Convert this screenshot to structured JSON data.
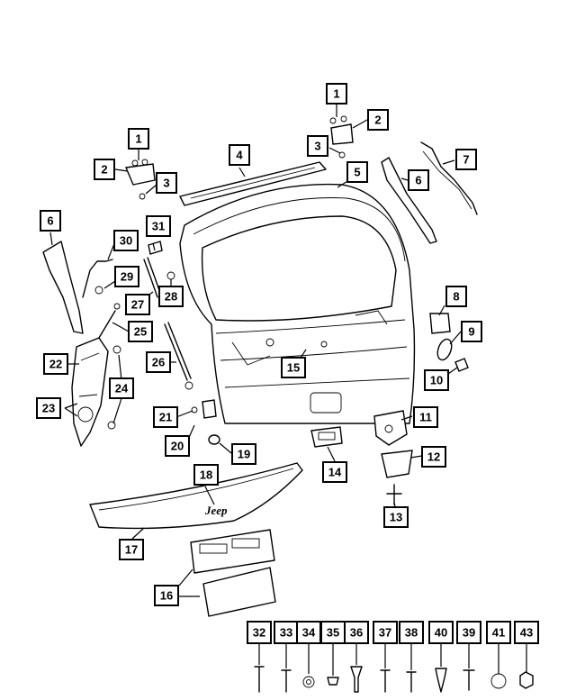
{
  "diagram": {
    "brand_text": "Jeep",
    "callouts": [
      {
        "id": "c1a",
        "label": "1"
      },
      {
        "id": "c2a",
        "label": "2"
      },
      {
        "id": "c3a",
        "label": "3"
      },
      {
        "id": "c1b",
        "label": "1"
      },
      {
        "id": "c2b",
        "label": "2"
      },
      {
        "id": "c3b",
        "label": "3"
      },
      {
        "id": "c4",
        "label": "4"
      },
      {
        "id": "c5",
        "label": "5"
      },
      {
        "id": "c6a",
        "label": "6"
      },
      {
        "id": "c6b",
        "label": "6"
      },
      {
        "id": "c7",
        "label": "7"
      },
      {
        "id": "c8",
        "label": "8"
      },
      {
        "id": "c9",
        "label": "9"
      },
      {
        "id": "c10",
        "label": "10"
      },
      {
        "id": "c11",
        "label": "11"
      },
      {
        "id": "c12",
        "label": "12"
      },
      {
        "id": "c13",
        "label": "13"
      },
      {
        "id": "c14",
        "label": "14"
      },
      {
        "id": "c15",
        "label": "15"
      },
      {
        "id": "c16",
        "label": "16"
      },
      {
        "id": "c17",
        "label": "17"
      },
      {
        "id": "c18",
        "label": "18"
      },
      {
        "id": "c19",
        "label": "19"
      },
      {
        "id": "c20",
        "label": "20"
      },
      {
        "id": "c21",
        "label": "21"
      },
      {
        "id": "c22",
        "label": "22"
      },
      {
        "id": "c23",
        "label": "23"
      },
      {
        "id": "c24",
        "label": "24"
      },
      {
        "id": "c25",
        "label": "25"
      },
      {
        "id": "c26",
        "label": "26"
      },
      {
        "id": "c27",
        "label": "27"
      },
      {
        "id": "c28",
        "label": "28"
      },
      {
        "id": "c29",
        "label": "29"
      },
      {
        "id": "c30",
        "label": "30"
      },
      {
        "id": "c31",
        "label": "31"
      },
      {
        "id": "c32",
        "label": "32"
      },
      {
        "id": "c33",
        "label": "33"
      },
      {
        "id": "c34",
        "label": "34"
      },
      {
        "id": "c35",
        "label": "35"
      },
      {
        "id": "c36",
        "label": "36"
      },
      {
        "id": "c37",
        "label": "37"
      },
      {
        "id": "c38",
        "label": "38"
      },
      {
        "id": "c40",
        "label": "40"
      },
      {
        "id": "c39",
        "label": "39"
      },
      {
        "id": "c41",
        "label": "41"
      },
      {
        "id": "c43",
        "label": "43"
      }
    ]
  }
}
